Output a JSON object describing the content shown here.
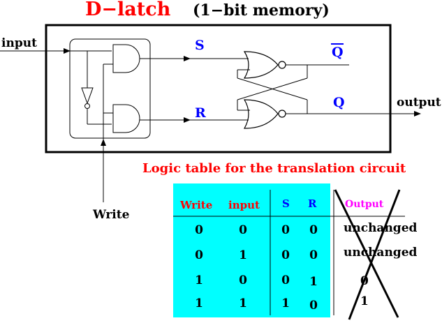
{
  "title": "D−latch",
  "subtitle": "(1−bit memory)",
  "labels": {
    "input": "input",
    "write": "Write",
    "output": "output",
    "s": "S",
    "r": "R",
    "q_bar": "Q",
    "q": "Q"
  },
  "table": {
    "title": "Logic table for the translation circuit",
    "headers": {
      "write": "Write",
      "input": "input",
      "s": "S",
      "r": "R",
      "output": "Output"
    },
    "rows": [
      {
        "write": "0",
        "input": "0",
        "s": "0",
        "r": "0",
        "output": "unchanged"
      },
      {
        "write": "0",
        "input": "1",
        "s": "0",
        "r": "0",
        "output": "unchanged"
      },
      {
        "write": "1",
        "input": "0",
        "s": "0",
        "r": "1",
        "output": "0"
      },
      {
        "write": "1",
        "input": "1",
        "s": "1",
        "r": "0",
        "output": "1"
      }
    ]
  },
  "colors": {
    "title": "#ff0000",
    "sr_labels": "#0000ff",
    "table_bg": "#00ffff",
    "header_write": "#ff0000",
    "header_sr": "#0000ff",
    "header_output": "#ff00ff"
  }
}
